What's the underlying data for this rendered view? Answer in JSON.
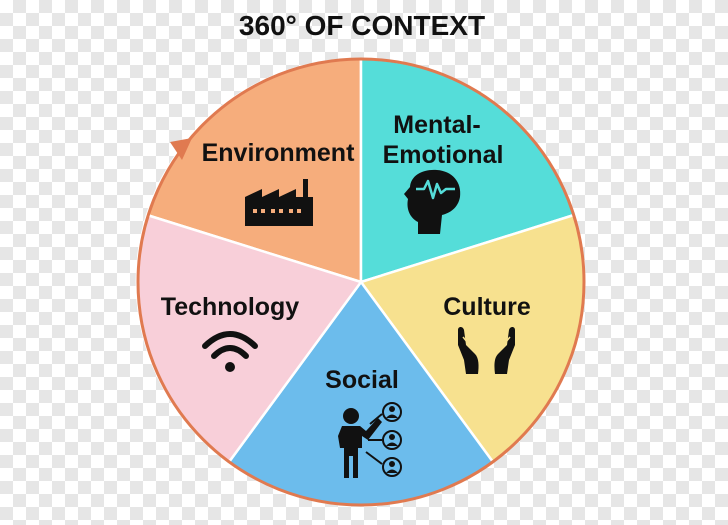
{
  "title": "360° OF CONTEXT",
  "colors": {
    "environment": "#f6ad7c",
    "mental": "#55ddd9",
    "culture": "#f7e18f",
    "social": "#6cbcec",
    "technology": "#f8cfd9",
    "rim": "#e07a50",
    "dividers": "#ffffff",
    "icons": "#111111"
  },
  "segments": [
    {
      "id": "environment",
      "lines": [
        "Environment"
      ],
      "icon": "factory-icon"
    },
    {
      "id": "mental",
      "lines": [
        "Mental-",
        "Emotional"
      ],
      "icon": "head-mind-icon"
    },
    {
      "id": "culture",
      "lines": [
        "Culture"
      ],
      "icon": "open-hands-icon"
    },
    {
      "id": "social",
      "lines": [
        "Social"
      ],
      "icon": "people-network-icon"
    },
    {
      "id": "technology",
      "lines": [
        "Technology"
      ],
      "icon": "wifi-icon"
    }
  ]
}
